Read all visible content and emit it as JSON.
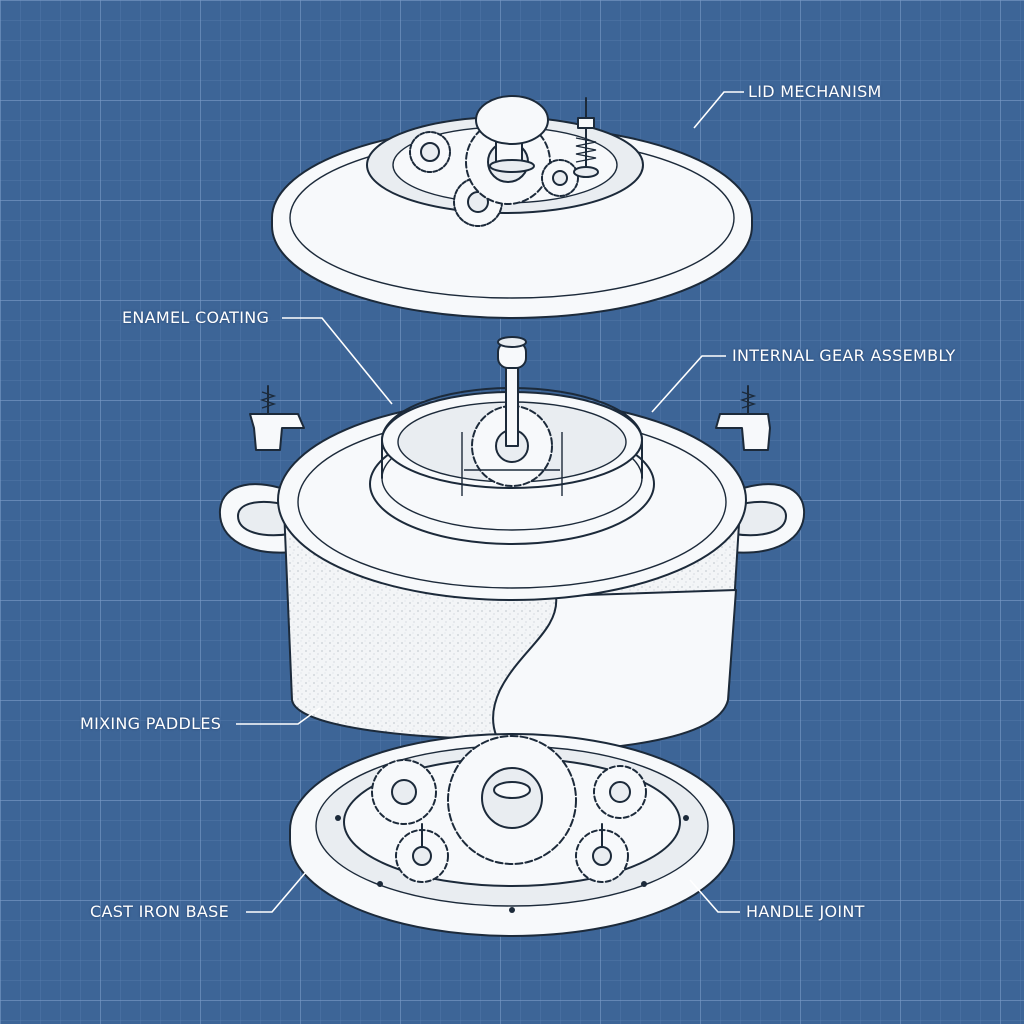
{
  "labels": {
    "lid_mechanism": "LID MECHANISM",
    "enamel_coating": "ENAMEL COATING",
    "internal_gear_assembly": "INTERNAL GEAR ASSEMBLY",
    "mixing_paddles": "MIXING PADDLES",
    "cast_iron_base": "CAST IRON BASE",
    "handle_joint": "HANDLE JOINT"
  },
  "colors": {
    "background": "#3d6597",
    "grid_minor": "#5a7fb0",
    "grid_major": "#7a9bc7",
    "line_art": "#1c2a3a",
    "part_fill": "#f7f9fb",
    "label_text": "#ffffff"
  }
}
